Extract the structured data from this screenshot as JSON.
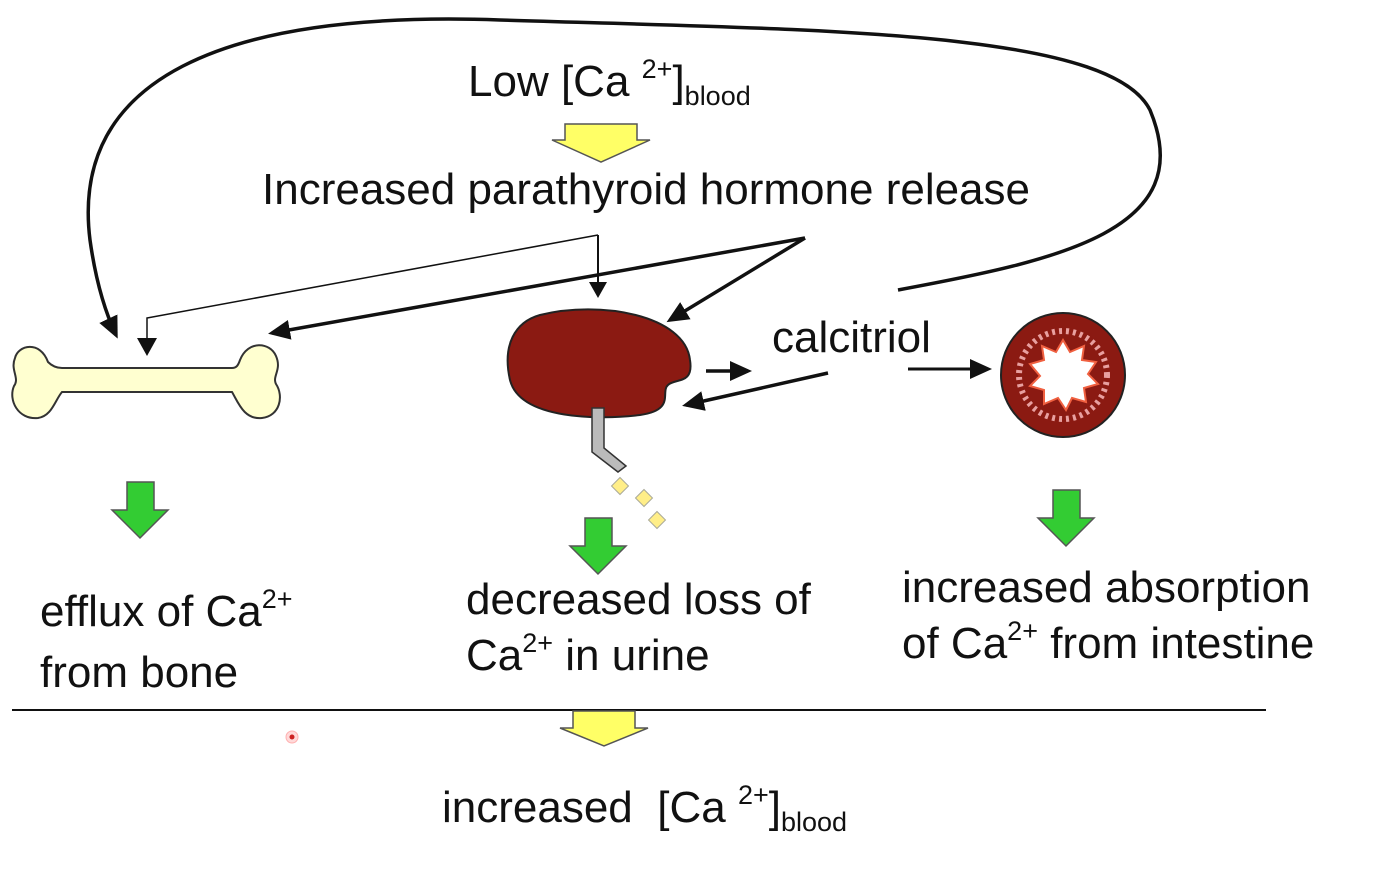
{
  "top": {
    "prefix": "Low [Ca ",
    "sup": "2+",
    "close": "]",
    "sub": "blood"
  },
  "pth": {
    "label": "Increased parathyroid hormone release"
  },
  "calcitriol": {
    "label": "calcitriol"
  },
  "bone_effect": {
    "line1_pre": "efflux of Ca",
    "line1_sup": "2+",
    "line2": "from bone"
  },
  "kidney_effect": {
    "line1": "decreased loss of",
    "line2_pre": "Ca",
    "line2_sup": "2+",
    "line2_post": " in urine"
  },
  "intestine_effect": {
    "line1": "increased absorption",
    "line2_pre": "of Ca",
    "line2_sup": "2+",
    "line2_post": " from intestine"
  },
  "bottom": {
    "prefix": "increased  [Ca ",
    "sup": "2+",
    "close": "]",
    "sub": "blood"
  },
  "colors": {
    "yellow_arrow": "#ffff66",
    "green_arrow": "#33cc33",
    "bone_fill": "#ffffd0",
    "kidney_fill": "#8b1a12",
    "intestine_fill": "#8b1a12"
  },
  "icons": [
    "bone-icon",
    "kidney-icon",
    "intestine-icon",
    "yellow-down-arrow-icon",
    "green-down-arrow-icon"
  ]
}
